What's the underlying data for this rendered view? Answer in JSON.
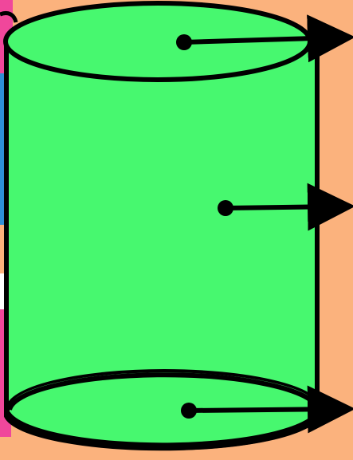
{
  "colors": {
    "background": "#fbb27d",
    "cylinder_fill": "#47f86f",
    "outline": "#000000",
    "left_strip_pink": "#f0479b",
    "left_strip_blue": "#2f8fd6",
    "left_strip_white": "#ffffff"
  },
  "diagram": {
    "shape": "cylinder",
    "pointers": [
      {
        "target": "top-face"
      },
      {
        "target": "curved-surface"
      },
      {
        "target": "bottom-face"
      }
    ]
  }
}
